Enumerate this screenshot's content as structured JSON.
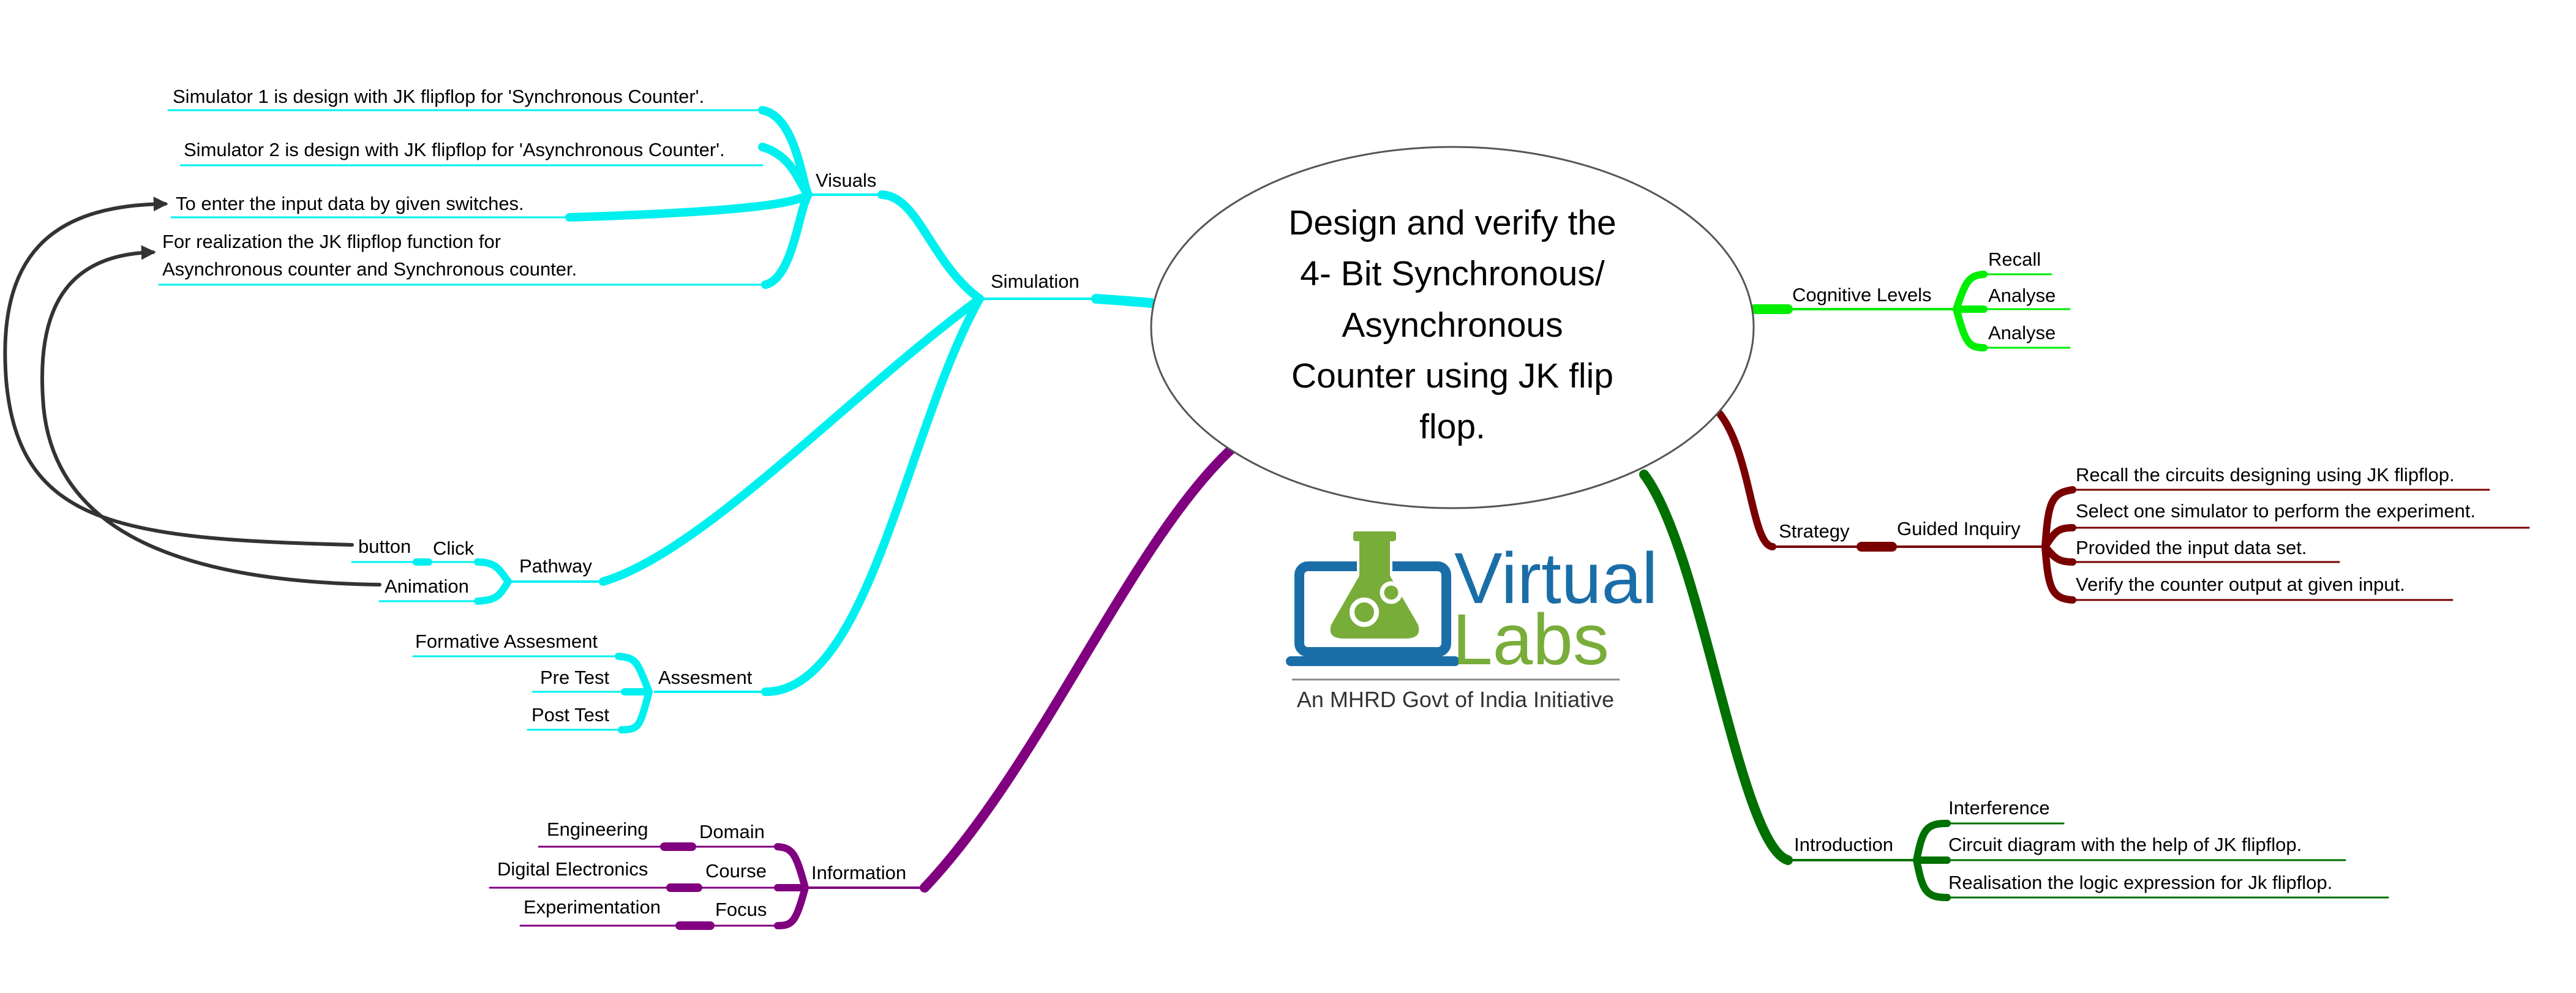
{
  "colors": {
    "simulation": "#00f0f0",
    "information": "#800080",
    "cognitive": "#00ee00",
    "strategy": "#7a0000",
    "introduction": "#007000",
    "arrows": "#333333",
    "center_outline": "#555555",
    "logo_blue": "#1a6ea8",
    "logo_green": "#79ad3a"
  },
  "center": {
    "line1": "Design and verify the",
    "line2": "4- Bit Synchronous/",
    "line3": "Asynchronous",
    "line4": "Counter using JK flip",
    "line5": "flop."
  },
  "logo": {
    "word1": "Virtual",
    "word2": "Labs",
    "tagline": "An MHRD Govt of India Initiative",
    "icon": "flask-gears-monitor-icon"
  },
  "simulation": {
    "label": "Simulation",
    "visuals": {
      "label": "Visuals",
      "items": [
        "Simulator 1 is design with JK flipflop for 'Synchronous Counter'.",
        "Simulator 2 is design with JK flipflop for 'Asynchronous Counter'.",
        "To enter the input data by given switches.",
        "For realization the JK flipflop function for",
        "Asynchronous  counter and Synchronous counter."
      ]
    },
    "pathway": {
      "label": "Pathway",
      "click": "Click",
      "button": "button",
      "animation": "Animation"
    },
    "assesment": {
      "label": "Assesment",
      "items": [
        "Formative Assesment",
        "Pre Test",
        "Post Test"
      ]
    }
  },
  "information": {
    "label": "Information",
    "rows": [
      {
        "key": "Domain",
        "value": "Engineering"
      },
      {
        "key": "Course",
        "value": "Digital Electronics"
      },
      {
        "key": "Focus",
        "value": "Experimentation"
      }
    ]
  },
  "cognitive": {
    "label": "Cognitive Levels",
    "items": [
      "Recall",
      "Analyse",
      "Analyse"
    ]
  },
  "strategy": {
    "label": "Strategy",
    "sub": "Guided Inquiry",
    "items": [
      "Recall the circuits designing using JK flipflop.",
      "Select one simulator to perform the experiment.",
      "Provided the input data set.",
      "Verify the counter output at given input."
    ]
  },
  "introduction": {
    "label": "Introduction",
    "items": [
      "Interference",
      "Circuit diagram with the help of JK flipflop.",
      "Realisation the logic expression for Jk flipflop."
    ]
  }
}
